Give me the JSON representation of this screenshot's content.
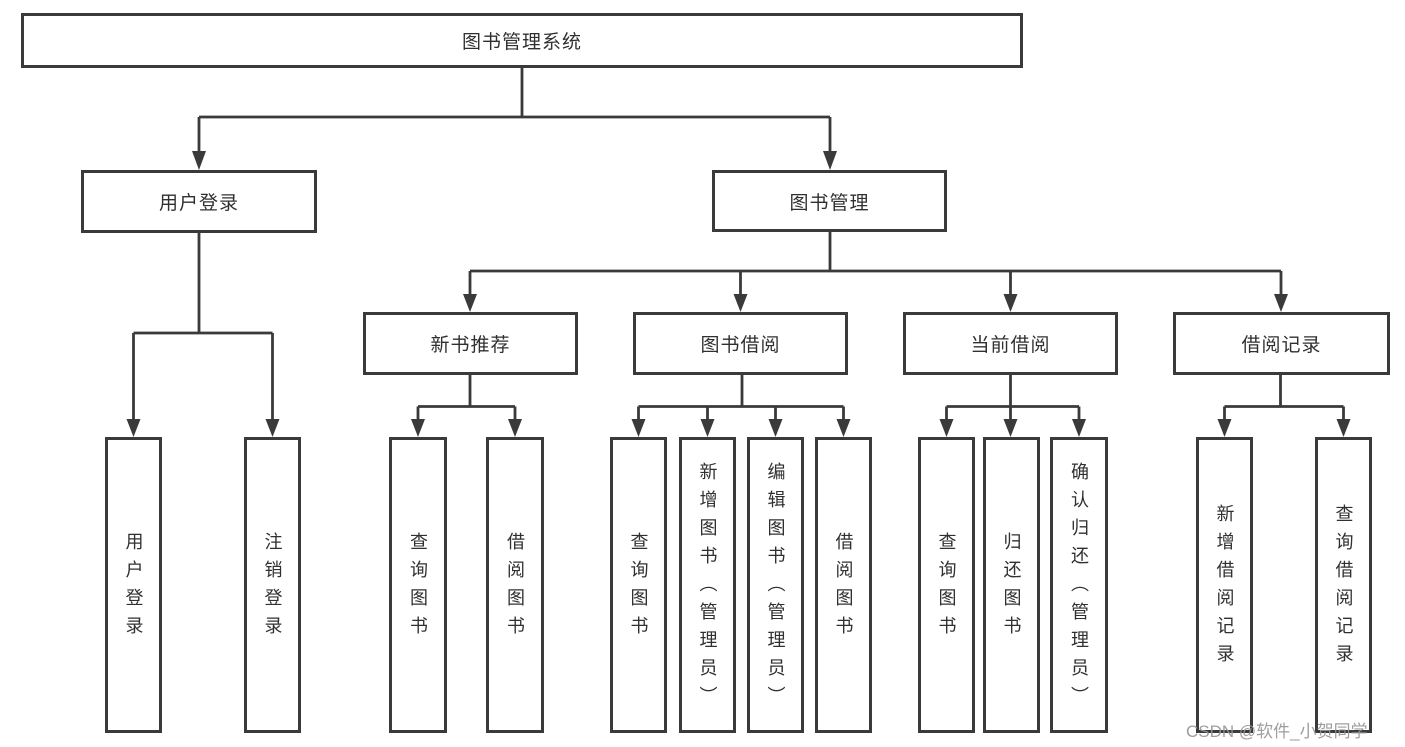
{
  "tree": {
    "label": "图书管理系统",
    "children": [
      {
        "label": "用户登录",
        "children": [
          {
            "label": "用户登录"
          },
          {
            "label": "注销登录"
          }
        ]
      },
      {
        "label": "图书管理",
        "children": [
          {
            "label": "新书推荐",
            "children": [
              {
                "label": "查询图书"
              },
              {
                "label": "借阅图书"
              }
            ]
          },
          {
            "label": "图书借阅",
            "children": [
              {
                "label": "查询图书"
              },
              {
                "label": "新增图书（管理员）"
              },
              {
                "label": "编辑图书（管理员）"
              },
              {
                "label": "借阅图书"
              }
            ]
          },
          {
            "label": "当前借阅",
            "children": [
              {
                "label": "查询图书"
              },
              {
                "label": "归还图书"
              },
              {
                "label": "确认归还（管理员）"
              }
            ]
          },
          {
            "label": "借阅记录",
            "children": [
              {
                "label": "新增借阅记录"
              },
              {
                "label": "查询借阅记录"
              }
            ]
          }
        ]
      }
    ]
  },
  "watermark": {
    "text": "CSDN @软件_小贺同学"
  },
  "colors": {
    "line": "#3a3a3a",
    "box_border": "#3a3a3a",
    "text": "#303030",
    "watermark": "#969696",
    "background": "#ffffff"
  }
}
